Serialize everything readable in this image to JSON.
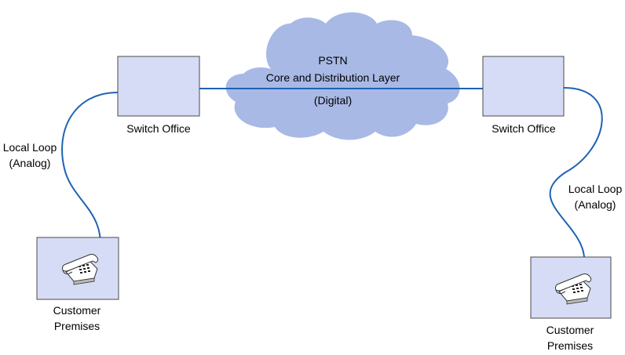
{
  "cloud": {
    "title": "PSTN",
    "subtitle": "Core and Distribution Layer",
    "note": "(Digital)"
  },
  "left": {
    "switch_label": "Switch Office",
    "loop_label_1": "Local Loop",
    "loop_label_2": "(Analog)",
    "premises_label_1": "Customer",
    "premises_label_2": "Premises"
  },
  "right": {
    "switch_label": "Switch Office",
    "loop_label_1": "Local Loop",
    "loop_label_2": "(Analog)",
    "premises_label_1": "Customer",
    "premises_label_2": "Premises"
  },
  "colors": {
    "cloud_fill": "#a8b9e6",
    "box_fill": "#d6dcf5",
    "box_stroke": "#4a4a4a",
    "wire": "#1f62b4"
  },
  "icons": [
    "telephone-icon",
    "cloud-shape"
  ]
}
